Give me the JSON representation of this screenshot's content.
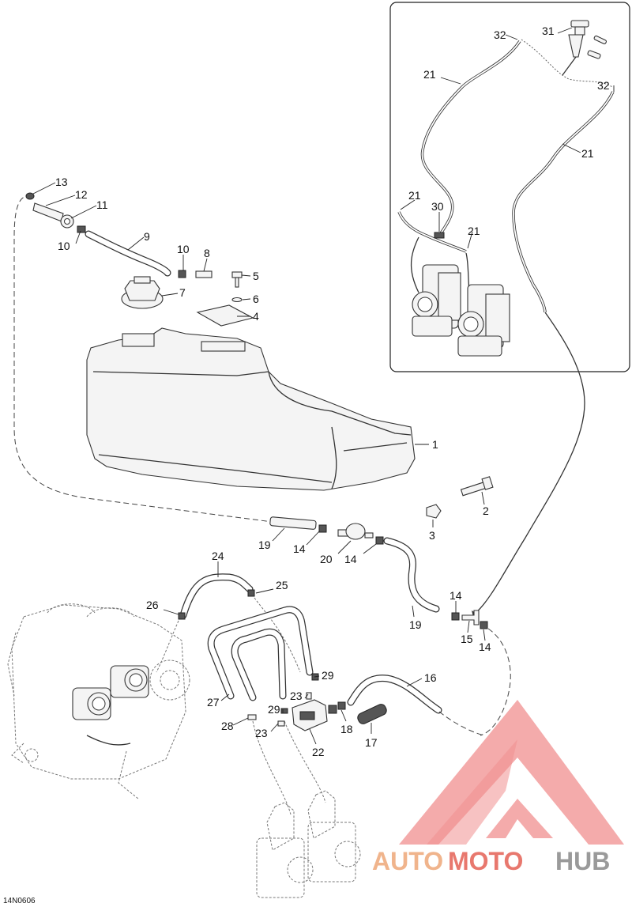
{
  "diagram_code": "14N0606",
  "callouts": {
    "c1": "1",
    "c2": "2",
    "c3": "3",
    "c4": "4",
    "c5": "5",
    "c6": "6",
    "c7": "7",
    "c8": "8",
    "c9": "9",
    "c10a": "10",
    "c10b": "10",
    "c11": "11",
    "c12": "12",
    "c13": "13",
    "c14a": "14",
    "c14b": "14",
    "c14c": "14",
    "c14d": "14",
    "c15": "15",
    "c16": "16",
    "c17": "17",
    "c18": "18",
    "c19a": "19",
    "c19b": "19",
    "c20": "20",
    "c21a": "21",
    "c21b": "21",
    "c21c": "21",
    "c21d": "21",
    "c22": "22",
    "c23a": "23",
    "c23b": "23",
    "c24": "24",
    "c25": "25",
    "c26": "26",
    "c27": "27",
    "c28": "28",
    "c29a": "29",
    "c29b": "29",
    "c30": "30",
    "c31": "31",
    "c32a": "32",
    "c32b": "32"
  },
  "watermark": {
    "auto": "AUTO",
    "moto": "MOTO",
    "hub": "HUB",
    "colors": {
      "auto": "#f0b48c",
      "moto": "#e8786e",
      "hub": "#9a9a9a",
      "logo": "#f08f8f"
    }
  }
}
